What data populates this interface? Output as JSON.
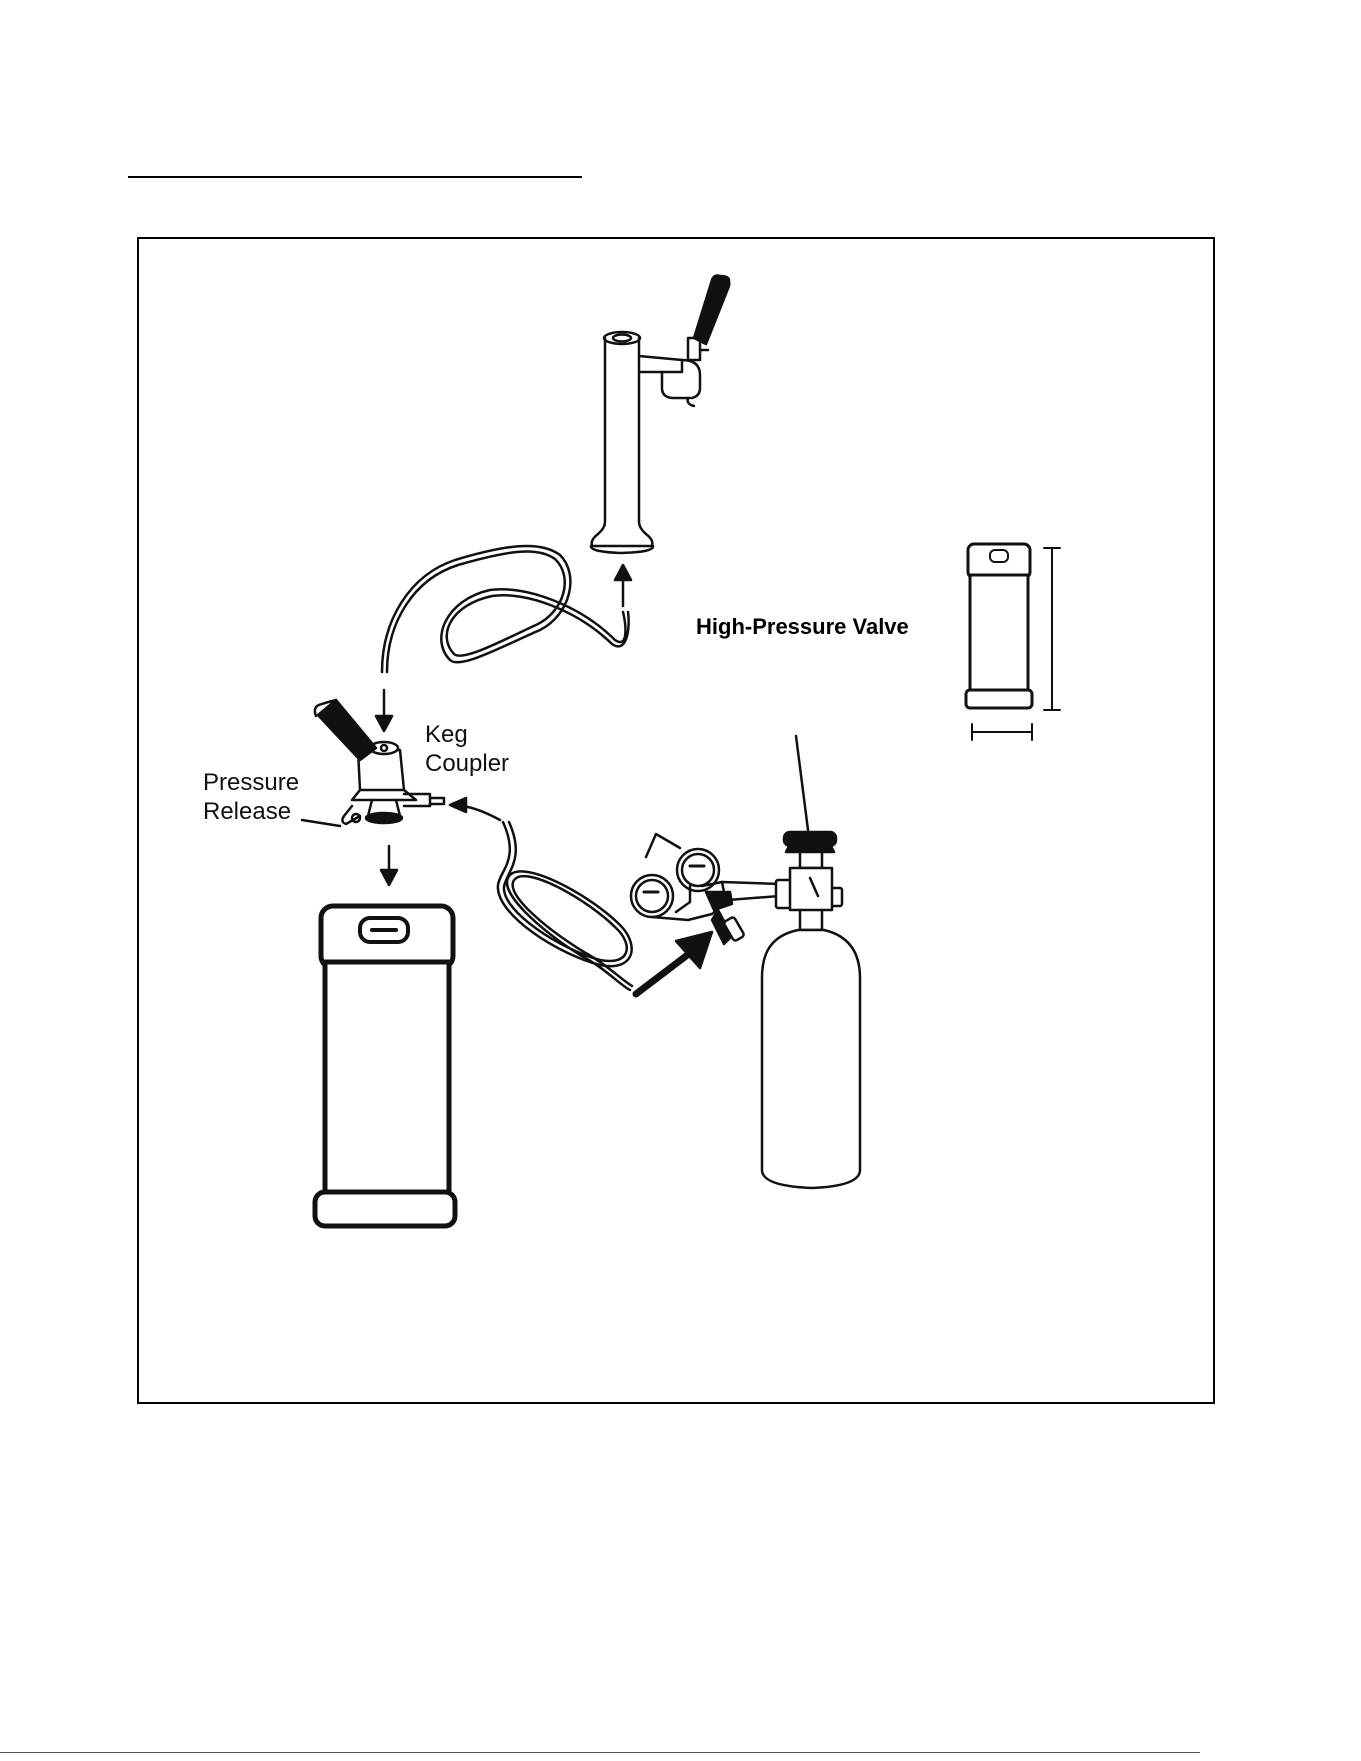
{
  "labels": {
    "keg_coupler_line1": "Keg",
    "keg_coupler_line2": "Coupler",
    "pressure_release_line1": "Pressure",
    "pressure_release_line2": "Release",
    "high_pressure_valve": "High-Pressure  Valve"
  },
  "colors": {
    "line": "#111111",
    "frame": "#000000",
    "background": "#ffffff"
  }
}
